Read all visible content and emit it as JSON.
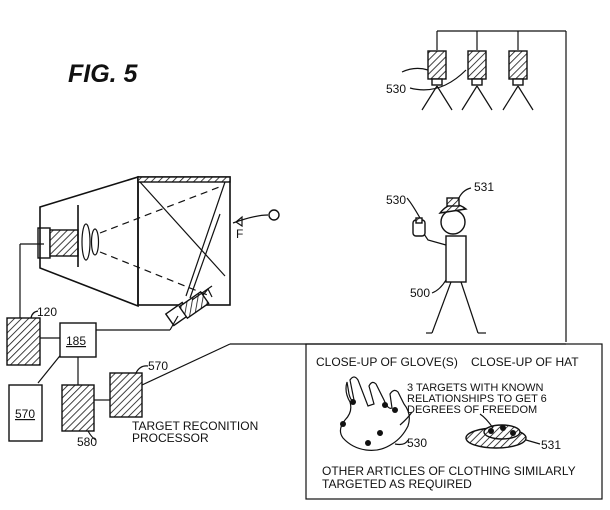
{
  "figure": {
    "title": "FIG. 5",
    "labels": {
      "cam_top": "530",
      "glove": "530",
      "hat": "531",
      "person": "500",
      "focus": "F",
      "box_120": "120",
      "box_185": "185",
      "box_570_left": "570",
      "box_580": "580",
      "box_570_proc": "570",
      "processor_line1": "TARGET RECONITION",
      "processor_line2": "PROCESSOR"
    },
    "closeup": {
      "glove_heading": "CLOSE-UP OF GLOVE(S)",
      "hat_heading": "CLOSE-UP OF HAT",
      "targets_line1": "3 TARGETS WITH KNOWN",
      "targets_line2": "RELATIONSHIPS TO GET 6",
      "targets_line3": "DEGREES OF FREEDOM",
      "glove_ref": "530",
      "hat_ref": "531",
      "note_line1": "OTHER ARTICLES OF CLOTHING SIMILARLY",
      "note_line2": "TARGETED AS REQUIRED"
    }
  }
}
